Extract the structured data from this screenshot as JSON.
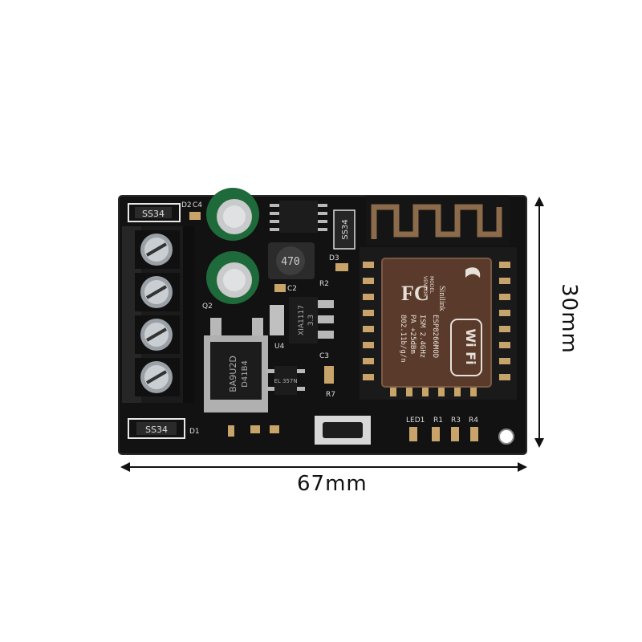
{
  "dimensions": {
    "width": "67mm",
    "height": "30mm"
  },
  "silkscreen": {
    "diode_top": "SS34",
    "diode_bottom": "SS34",
    "diode_mid": "SS34",
    "inductor": "470",
    "regulator_line1": "XIA1117",
    "regulator_line2": "3.3",
    "mosfet_line1": "BA9U2D",
    "mosfet_line2": "D41B4",
    "chip_small": "EL 357N",
    "labels": {
      "d2": "D2",
      "c4": "C4",
      "d1": "D1",
      "q2": "Q2",
      "u4": "U4",
      "c2": "C2",
      "r2": "R2",
      "d3": "D3",
      "r7": "R7",
      "c3": "C3",
      "led1": "LED1",
      "r1": "R1",
      "r3": "R3",
      "r4": "R4"
    }
  },
  "wifi_module": {
    "brand": "Sinilink",
    "model_label": "MODEL",
    "vendor_label": "VENDOR",
    "model": "ESP8266MOD",
    "ism": "ISM 2.4GHz",
    "pa": "PA +25dBm",
    "standard": "802.11b/g/n",
    "fc": "FC",
    "wifi_logo": "Wi Fi"
  },
  "colors": {
    "pcb": "#121212",
    "terminal": "#1a1a1a",
    "module": "#5a3a2a",
    "cap": "#1f6a3a"
  }
}
